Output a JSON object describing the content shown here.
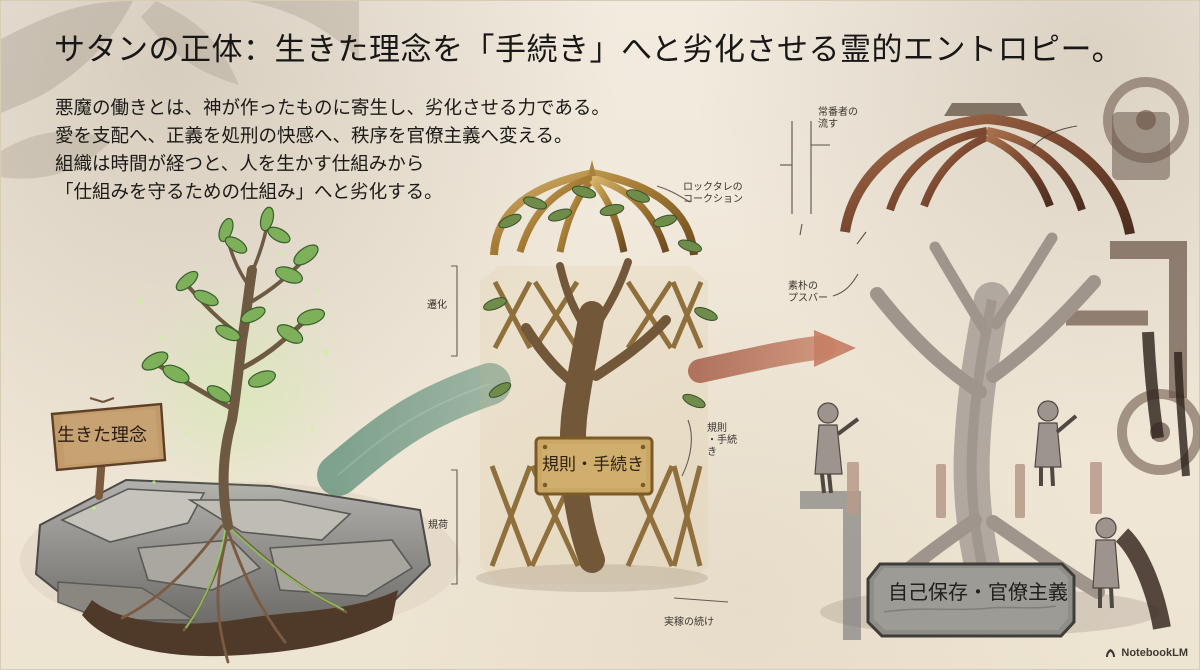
{
  "colors": {
    "background": "#efe7d6",
    "text": "#1d1b18",
    "brass": "#b08a39",
    "rust": "#8a4f2c",
    "leaf": "#76a857",
    "teal_arrow": "#6f9a86",
    "rust_arrow": "#b86f54"
  },
  "icons": {
    "logo": "notebook-lm-icon"
  },
  "title": "サタンの正体：生きた理念を「手続き」へと劣化させる霊的エントロピー。",
  "body": {
    "lines": [
      "悪魔の働きとは、神が作ったものに寄生し、劣化させる力である。",
      "愛を支配へ、正義を処刑の快感へ、秩序を官僚主義へ変える。",
      "組織は時間が経つと、人を生かす仕組みから",
      "「仕組みを守るための仕組み」へと劣化する。"
    ]
  },
  "labels": {
    "living_idea": "生きた理念",
    "rules_procedures": "規則・手続き",
    "self_preservation_bureaucracy": "自己保存・官僚主義"
  },
  "annotations": {
    "cage_note_top": "ロックタレの\nコークション",
    "cage_side_upper": "遷化",
    "cage_side_lower": "規荷",
    "cage_right": "規則\n・手続\nき",
    "cage_bottom": "実稼の続け",
    "rust_top": "常番者の\n流す",
    "rust_left": "素朴の\nプスバー"
  },
  "brand": "NotebookLM"
}
